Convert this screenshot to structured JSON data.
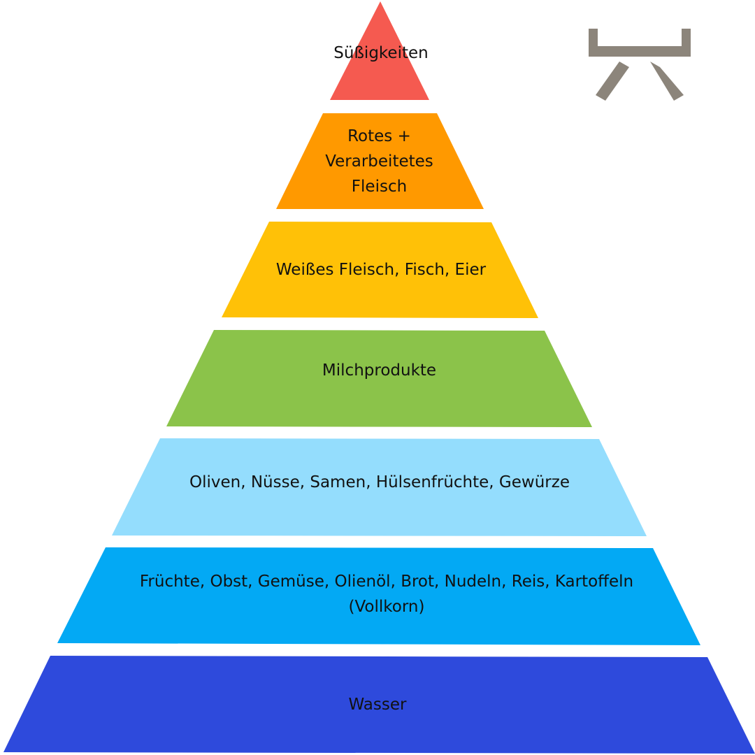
{
  "tiers": [
    {
      "label": "Süßigkeiten",
      "color": "#F55A50"
    },
    {
      "label": "Rotes +\nVerarbeitetes\nFleisch",
      "color": "#FF9900"
    },
    {
      "label": "Weißes Fleisch, Fisch, Eier",
      "color": "#FFC107"
    },
    {
      "label": "Milchprodukte",
      "color": "#8BC34A"
    },
    {
      "label": "Oliven, Nüsse, Samen, Hülsenfrüchte, Gewürze",
      "color": "#94DDFD"
    },
    {
      "label": "Früchte, Obst, Gemüse, Olienöl, Brot, Nudeln, Reis, Kartoffeln\n(Vollkorn)",
      "color": "#03A9F4"
    },
    {
      "label": "Wasser",
      "color": "#2E4ADC"
    }
  ],
  "logo": {
    "icon": "brand-logo-icon",
    "color": "#8C857B"
  }
}
